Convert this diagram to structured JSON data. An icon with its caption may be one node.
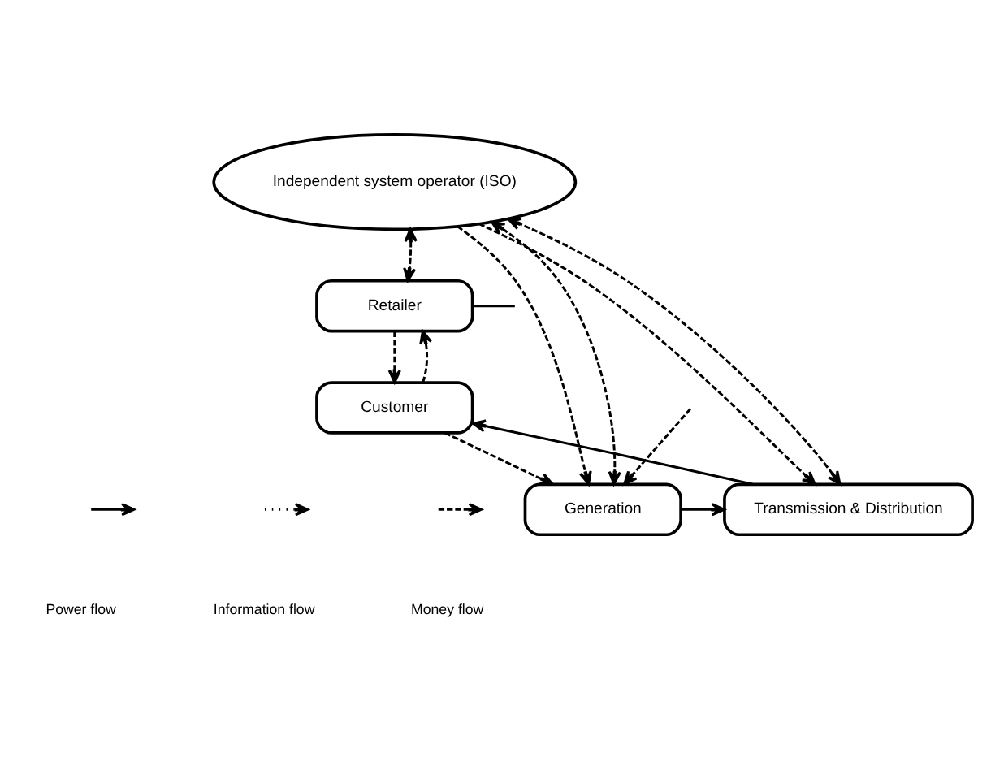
{
  "diagram": {
    "nodes": [
      {
        "text": [
          "Independent system operator (ISO)"
        ]
      },
      {
        "text": [
          "Retailer"
        ]
      },
      {
        "text": [
          "Generation"
        ]
      },
      {
        "text": [
          "Transmission & Distribution"
        ]
      },
      {
        "text": [
          "Customer"
        ]
      }
    ],
    "edges": [
      {
        "from": 0,
        "to": 2,
        "arrow": "to",
        "style": "dashed"
      },
      {
        "from": 0,
        "to": 2,
        "arrow": "both",
        "style": "dashed"
      },
      {
        "from": 0,
        "to": 3,
        "arrow": "to",
        "style": "dashed"
      },
      {
        "from": 3,
        "to": 0,
        "arrow": "both",
        "style": "dashed"
      },
      {
        "from": 0,
        "to": 1,
        "arrow": "both",
        "style": "dashed"
      },
      {
        "from": 2,
        "to": 3,
        "arrow": "to"
      },
      {
        "from": 3,
        "to": 4,
        "arrow": "to"
      },
      {
        "from": 1,
        "to": 4,
        "arrow": "to",
        "style": "dashed"
      },
      {
        "from": 4,
        "to": 1,
        "arrow": "to",
        "style": "dashed"
      },
      {
        "from": 4,
        "to": 2,
        "arrow": "to",
        "style": "dashed"
      },
      {
        "from": null,
        "to": 2,
        "arrow": "to",
        "style": "dashed"
      },
      {
        "from": 1,
        "to": null,
        "arrow": "none"
      }
    ],
    "legend": [
      {
        "text": "Power flow"
      },
      {
        "text": "Information flow"
      },
      {
        "text": "Money flow"
      }
    ]
  }
}
